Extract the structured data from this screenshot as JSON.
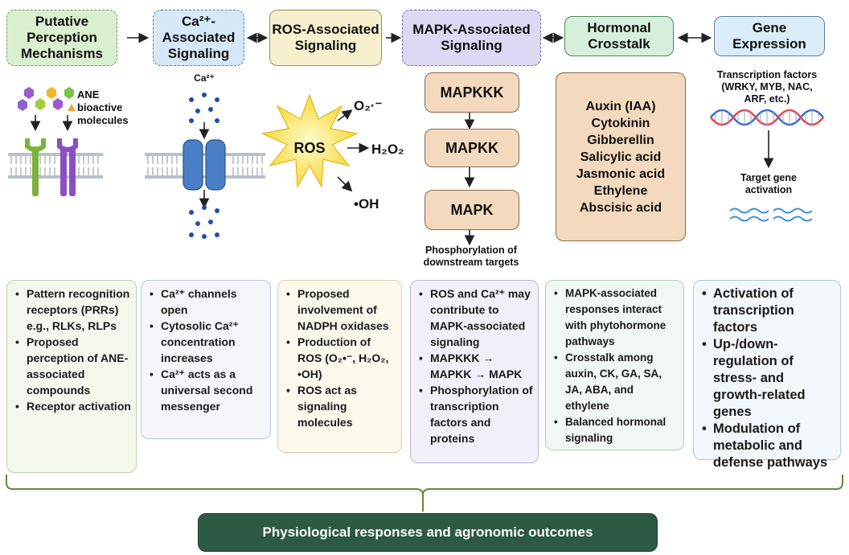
{
  "headers": {
    "perception": "Putative Perception Mechanisms",
    "calcium": "Ca²⁺-Associated Signaling",
    "ros": "ROS-Associated Signaling",
    "mapk": "MAPK-Associated Signaling",
    "hormonal": "Hormonal Crosstalk",
    "gene": "Gene Expression"
  },
  "labels": {
    "ane_molecules": "ANE bioactive molecules",
    "ca": "Ca²⁺",
    "ros_star": "ROS",
    "o2": "O₂·⁻",
    "h2o2": "H₂O₂",
    "oh": "•OH",
    "tf": "Transcription factors (WRKY, MYB, NAC, ARF, etc.)",
    "target": "Target gene activation",
    "phospho": "Phosphorylation of downstream targets"
  },
  "mapk_cascade": [
    "MAPKKK",
    "MAPKK",
    "MAPK"
  ],
  "hormones": [
    "Auxin (IAA)",
    "Cytokinin",
    "Gibberellin",
    "Salicylic acid",
    "Jasmonic acid",
    "Ethylene",
    "Abscisic acid"
  ],
  "panels": {
    "perception": [
      "Pattern recognition receptors (PRRs) e.g., RLKs, RLPs",
      "Proposed perception of ANE-associated compounds",
      "Receptor activation"
    ],
    "calcium": [
      "Ca²⁺ channels open",
      "Cytosolic Ca²⁺ concentration increases",
      "Ca²⁺ acts as a universal second messenger"
    ],
    "ros": [
      "Proposed involvement of NADPH oxidases",
      "Production of ROS (O₂•⁻, H₂O₂, •OH)",
      "ROS act as signaling molecules"
    ],
    "mapk": [
      "ROS and Ca²⁺ may contribute to MAPK-associated signaling",
      "MAPKKK → MAPKK → MAPK",
      "Phosphorylation of transcription factors and proteins"
    ],
    "hormonal": [
      "MAPK-associated responses interact with phytohormone pathways",
      "Crosstalk among auxin, CK, GA, SA, JA, ABA, and ethylene",
      "Balanced hormonal signaling"
    ],
    "gene": [
      "Activation of transcription factors",
      "Up-/down-regulation of stress- and growth-related genes",
      "Modulation of metabolic and defense pathways"
    ]
  },
  "outcome": "Physiological responses and agronomic outcomes",
  "colors": {
    "outcome_bg": "#2d5a44",
    "outline_green": "#5d8a3a",
    "kinase_box": "#f3d9bd",
    "ca_ion": "#1d4fa8",
    "star_fill": "#f7e24a"
  }
}
